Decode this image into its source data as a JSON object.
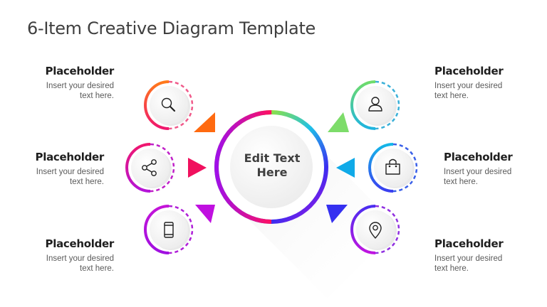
{
  "title": "6-Item Creative Diagram Template",
  "center": {
    "line1": "Edit Text",
    "line2": "Here"
  },
  "items": [
    {
      "id": "top-left",
      "heading": "Placeholder",
      "body1": "Insert your desired",
      "body2": "text here.",
      "icon": "search-icon",
      "color": "#ff5a1f"
    },
    {
      "id": "mid-left",
      "heading": "Placeholder",
      "body1": "Insert your desired",
      "body2": "text here.",
      "icon": "share-icon",
      "color": "#e8157a"
    },
    {
      "id": "bottom-left",
      "heading": "Placeholder",
      "body1": "Insert your desired",
      "body2": "text here.",
      "icon": "smartphone-icon",
      "color": "#c414d8"
    },
    {
      "id": "top-right",
      "heading": "Placeholder",
      "body1": "Insert your desired",
      "body2": "text here.",
      "icon": "user-icon",
      "color": "#6fdc6a"
    },
    {
      "id": "mid-right",
      "heading": "Placeholder",
      "body1": "Insert your desired",
      "body2": "text here.",
      "icon": "shopping-bag-icon",
      "color": "#14a8e8"
    },
    {
      "id": "bottom-right",
      "heading": "Placeholder",
      "body1": "Insert your desired",
      "body2": "text here.",
      "icon": "location-pin-icon",
      "color": "#3a2ef0"
    }
  ]
}
